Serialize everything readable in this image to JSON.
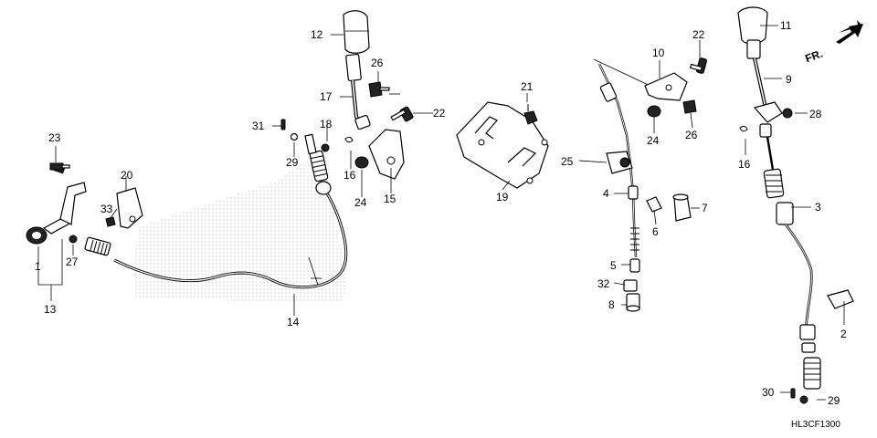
{
  "diagram": {
    "code": "HL3CF1300",
    "direction_label": "FR.",
    "callouts": {
      "c1": "1",
      "c2": "2",
      "c3": "3",
      "c4": "4",
      "c5": "5",
      "c6": "6",
      "c7": "7",
      "c8": "8",
      "c9": "9",
      "c10": "10",
      "c11": "11",
      "c12": "12",
      "c13": "13",
      "c14": "14",
      "c15": "15",
      "c16a": "16",
      "c16b": "16",
      "c17": "17",
      "c18": "18",
      "c19": "19",
      "c20": "20",
      "c21": "21",
      "c22a": "22",
      "c22b": "22",
      "c23": "23",
      "c24a": "24",
      "c24b": "24",
      "c25": "25",
      "c26a": "26",
      "c26b": "26",
      "c27": "27",
      "c28": "28",
      "c29a": "29",
      "c29b": "29",
      "c30": "30",
      "c31": "31",
      "c32": "32",
      "c33": "33"
    }
  }
}
